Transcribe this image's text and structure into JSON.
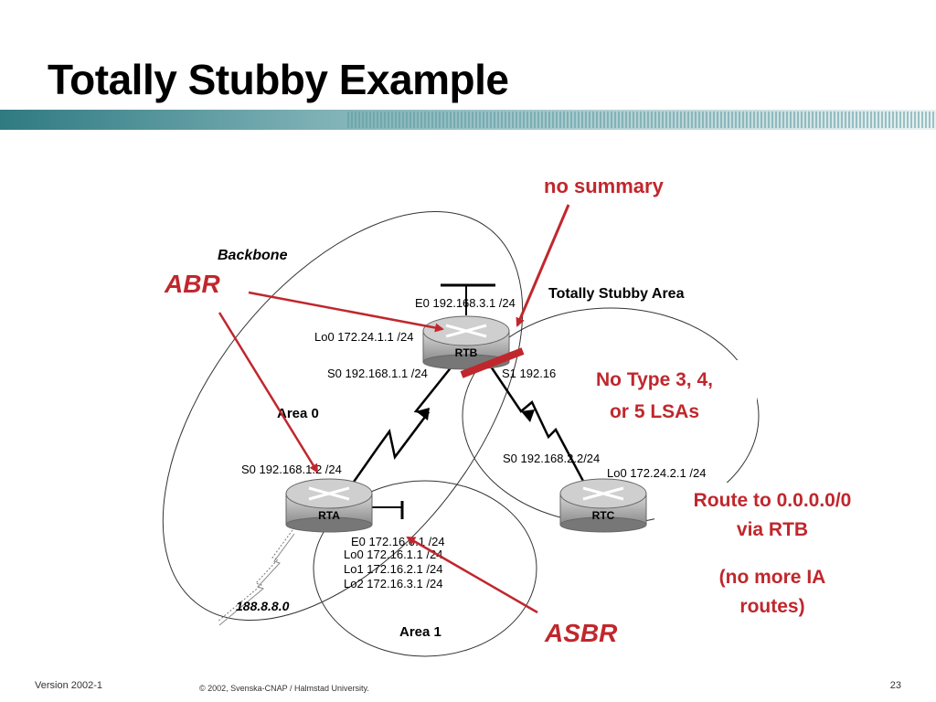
{
  "slide": {
    "title": "Totally Stubby Example",
    "accent_color": "#c0272d",
    "bar_color": "#4f8f96"
  },
  "diagram": {
    "area_labels": {
      "backbone": "Backbone",
      "area0": "Area 0",
      "area1": "Area 1",
      "totally_stubby": "Totally Stubby Area"
    },
    "routers": {
      "rtb": "RTB",
      "rta": "RTA",
      "rtc": "RTC"
    },
    "interfaces": {
      "rtb_e0": "E0 192.168.3.1 /24",
      "rtb_lo0": "Lo0 172.24.1.1 /24",
      "rtb_s0": "S0 192.168.1.1 /24",
      "rtb_s1": "S1 192.16",
      "rta_s0": "S0 192.168.1.2 /24",
      "rta_e0": "E0 172.16.0.1 /24",
      "rta_lo0": "Lo0 172.16.1.1 /24",
      "rta_lo1": "Lo1 172.16.2.1 /24",
      "rta_lo2": "Lo2 172.16.3.1 /24",
      "rtc_s0": "S0 192.168.2.2/24",
      "rtc_lo0": "Lo0 172.24.2.1 /24",
      "external": "188.8.8.0"
    },
    "annotations": {
      "no_summary": "no summary",
      "abr": "ABR",
      "asbr": "ASBR",
      "no_type": "No Type 3, 4,",
      "no_type2": "or 5 LSAs",
      "route1": "Route to 0.0.0.0/0",
      "route2": "via RTB",
      "no_ia1": "(no more IA",
      "no_ia2": "routes)"
    }
  },
  "footer": {
    "version": "Version 2002-1",
    "copyright": "© 2002, Svenska-CNAP / Halmstad University.",
    "page": "23"
  }
}
